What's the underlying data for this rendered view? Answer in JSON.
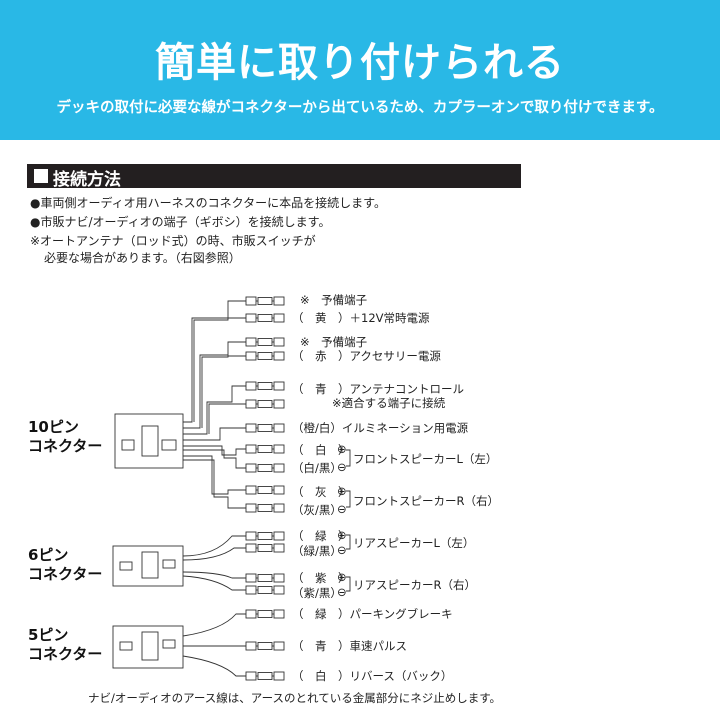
{
  "banner": {
    "title": "簡単に取り付けられる",
    "subtitle": "デッキの取付に必要な線がコネクターから出ているため、カプラーオンで取り付けできます。",
    "color": "#29b8e6"
  },
  "section": {
    "title": "接続方法"
  },
  "notes": [
    "●車両側オーディオ用ハーネスのコネクターに本品を接続します。",
    "●市販ナビ/オーディオの端子（ギボシ）を接続します。",
    "※オートアンテナ（ロッド式）の時、市販スイッチが",
    "必要な場合があります。（右図参照）"
  ],
  "connectors": {
    "c10": {
      "line1": "10ピン",
      "line2": "コネクター"
    },
    "c6": {
      "line1": "6ピン",
      "line2": "コネクター"
    },
    "c5": {
      "line1": "5ピン",
      "line2": "コネクター"
    }
  },
  "wires": {
    "yellow_note": "※　予備端子",
    "yellow": "（　黄　）＋12V常時電源",
    "red_note": "※　予備端子",
    "red": "（　赤　）アクセサリー電源",
    "blue": "（　青　）アンテナコントロール",
    "blue_note": "※適合する端子に接続",
    "orange_white": "（橙/白）イルミネーション用電源",
    "white": "（　白　）",
    "white_black": "（白/黒）",
    "front_left": "フロントスピーカーL（左）",
    "gray": "（　灰　）",
    "gray_black": "（灰/黒）",
    "front_right": "フロントスピーカーR（右）",
    "green": "（　緑　）",
    "green_black": "（緑/黒）",
    "rear_left": "リアスピーカーL（左）",
    "purple": "（　紫　）",
    "purple_black": "（紫/黒）",
    "rear_right": "リアスピーカーR（右）",
    "green_parking": "（　緑　）パーキングブレーキ",
    "blue_speed": "（　青　）車速パルス",
    "white_reverse": "（　白　）リバース（バック）",
    "plus": "⊕",
    "minus": "⊖"
  },
  "footer": "ナビ/オーディオのアース線は、アースのとれている金属部分にネジ止めします。"
}
